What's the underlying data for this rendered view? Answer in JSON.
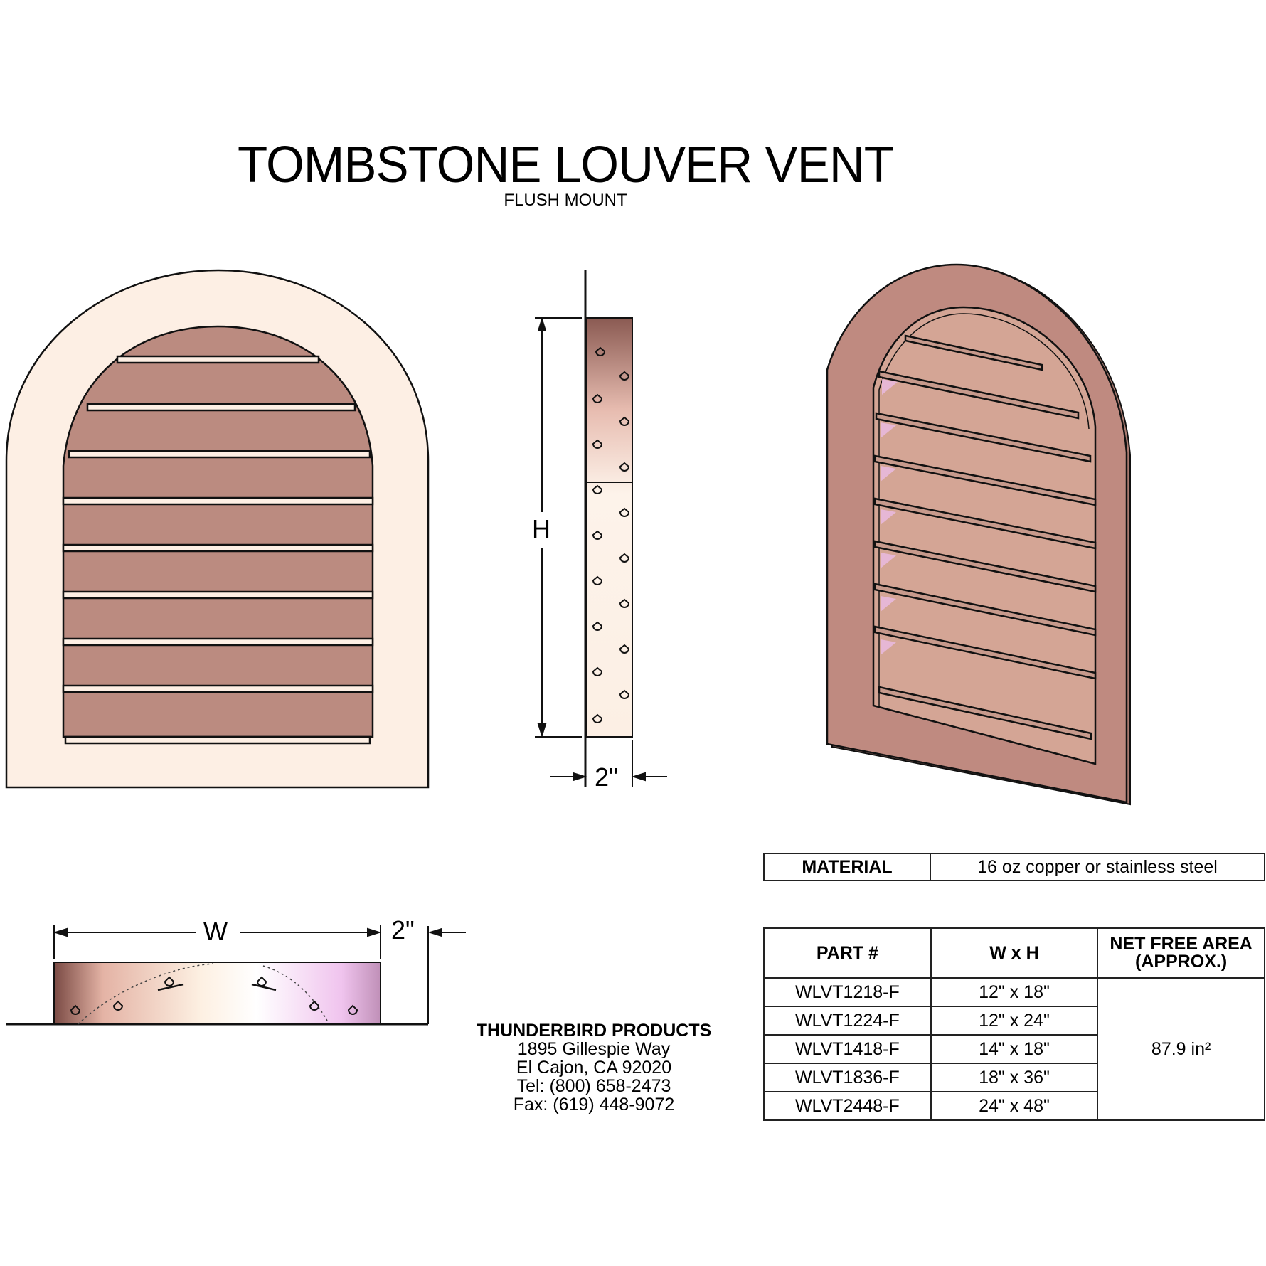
{
  "header": {
    "title": "TOMBSTONE LOUVER VENT",
    "subtitle": "FLUSH MOUNT"
  },
  "views": {
    "front": {
      "label": "front-view",
      "louver_count": 8
    },
    "side": {
      "height_label": "H",
      "depth_label": "2\""
    },
    "top": {
      "width_label": "W",
      "depth_label": "2\""
    },
    "isometric": {
      "label": "isometric-view",
      "louver_count": 8
    }
  },
  "material": {
    "label": "MATERIAL",
    "value": "16 oz copper or stainless steel"
  },
  "parts_table": {
    "headers": [
      "PART #",
      "W x H",
      "NET FREE AREA (APPROX.)"
    ],
    "header_lines": {
      "col3_line1": "NET FREE AREA",
      "col3_line2": "(APPROX.)"
    },
    "rows": [
      {
        "part": "WLVT1218-F",
        "size": "12\" x 18\"",
        "nfa": ""
      },
      {
        "part": "WLVT1224-F",
        "size": "12\" x 24\"",
        "nfa": ""
      },
      {
        "part": "WLVT1418-F",
        "size": "14\" x 18\"",
        "nfa": "87.9 in²"
      },
      {
        "part": "WLVT1836-F",
        "size": "18\" x 36\"",
        "nfa": ""
      },
      {
        "part": "WLVT2448-F",
        "size": "24\" x 48\"",
        "nfa": ""
      }
    ]
  },
  "company": {
    "name": "THUNDERBIRD PRODUCTS",
    "address1": "1895 Gillespie Way",
    "address2": "El Cajon, CA 92020",
    "tel": "Tel: (800) 658-2473",
    "fax": "Fax: (619) 448-9072"
  },
  "colors": {
    "frame_light": "#fdefe4",
    "louver": "#bb8b80",
    "iso_frame": "#bf8a80",
    "iso_louver": "#d4a595",
    "line": "#111111"
  }
}
